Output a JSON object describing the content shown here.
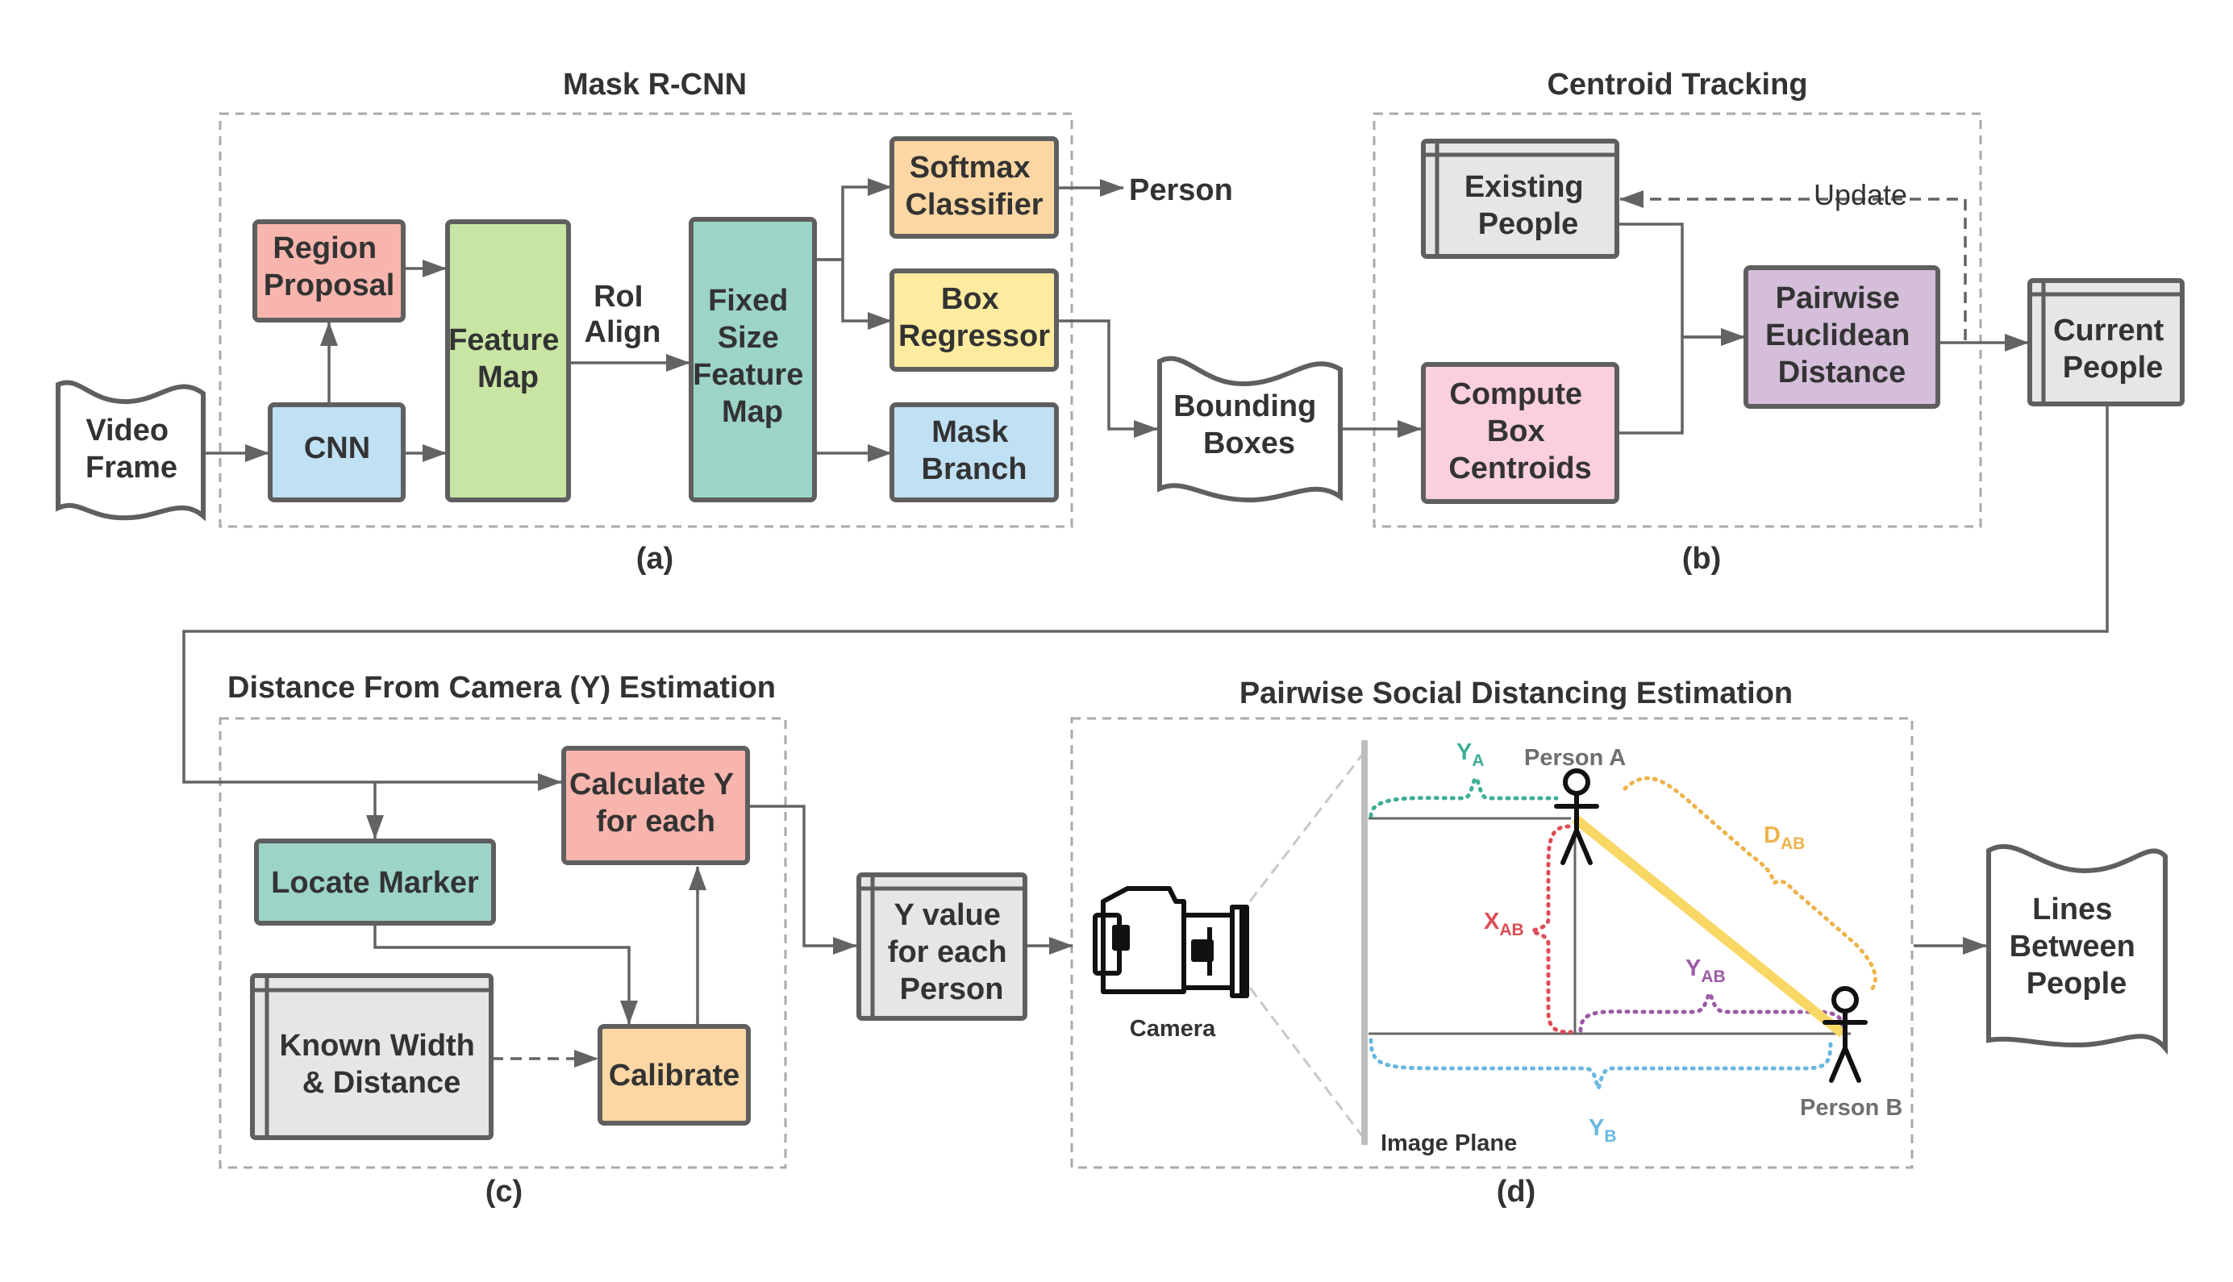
{
  "colors": {
    "red": "#F8B5AE",
    "blue": "#C0E0F4",
    "green": "#C9E5A4",
    "teal": "#9CD4C8",
    "orange": "#FDD7A3",
    "yellow": "#FFEB9F",
    "pink": "#FBCFDD",
    "purple": "#D4BEDA",
    "gray": "#E6E6E6",
    "border": "#5F5F5F",
    "y_a": "#3FAE95",
    "x_ab": "#DE4D55",
    "y_ab": "#9B5BA5",
    "d_ab": "#EDB44B",
    "y_b": "#67B8E1",
    "diag_line": "#F9D765"
  },
  "sections": {
    "mask_rcnn": {
      "title": "Mask R-CNN",
      "caption": "(a)"
    },
    "centroid_tracking": {
      "title": "Centroid Tracking",
      "caption": "(b)"
    },
    "distance_estimation": {
      "title": "Distance From Camera (Y) Estimation",
      "caption": "(c)"
    },
    "social_distancing": {
      "title": "Pairwise Social Distancing Estimation",
      "caption": "(d)"
    }
  },
  "nodes": {
    "video_frame": [
      "Video",
      "Frame"
    ],
    "cnn": [
      "CNN"
    ],
    "region_proposal": [
      "Region",
      "Proposal"
    ],
    "feature_map": [
      "Feature",
      "Map"
    ],
    "fixed_size_feature_map": [
      "Fixed",
      "Size",
      "Feature",
      "Map"
    ],
    "softmax_classifier": [
      "Softmax",
      "Classifier"
    ],
    "box_regressor": [
      "Box",
      "Regressor"
    ],
    "mask_branch": [
      "Mask",
      "Branch"
    ],
    "bounding_boxes": [
      "Bounding",
      "Boxes"
    ],
    "existing_people": [
      "Existing",
      "People"
    ],
    "compute_box_centroids": [
      "Compute",
      "Box",
      "Centroids"
    ],
    "pairwise_euclidean_distance": [
      "Pairwise",
      "Euclidean",
      "Distance"
    ],
    "current_people": [
      "Current",
      "People"
    ],
    "calculate_y": [
      "Calculate Y",
      "for each"
    ],
    "locate_marker": [
      "Locate Marker"
    ],
    "known_width": [
      "Known Width",
      "& Distance"
    ],
    "calibrate": [
      "Calibrate"
    ],
    "y_value": [
      "Y value",
      "for each",
      "Person"
    ],
    "lines_between_people": [
      "Lines",
      "Between",
      "People"
    ]
  },
  "labels": {
    "person": "Person",
    "roi_align": [
      "RoI",
      "Align"
    ],
    "update": "Update"
  },
  "scene": {
    "camera": "Camera",
    "image_plane": "Image Plane",
    "person_a": "Person A",
    "person_b": "Person B",
    "y_a": {
      "main": "Y",
      "sub": "A"
    },
    "x_ab": {
      "main": "X",
      "sub": "AB"
    },
    "y_ab": {
      "main": "Y",
      "sub": "AB"
    },
    "d_ab": {
      "main": "D",
      "sub": "AB"
    },
    "y_b": {
      "main": "Y",
      "sub": "B"
    }
  }
}
